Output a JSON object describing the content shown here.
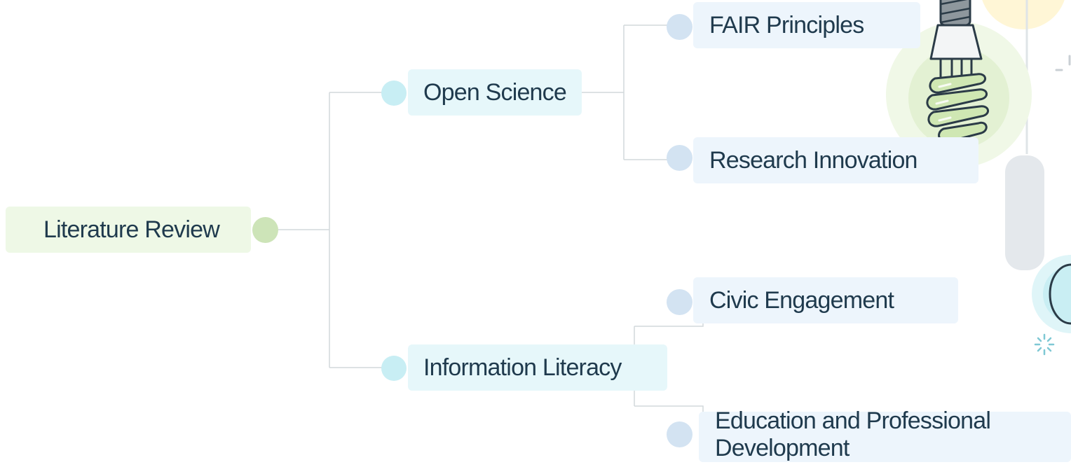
{
  "mindmap": {
    "root": {
      "label": "Literature Review"
    },
    "branches": [
      {
        "label": "Open Science",
        "children": [
          {
            "label": "FAIR Principles"
          },
          {
            "label": "Research Innovation"
          }
        ]
      },
      {
        "label": "Information Literacy",
        "children": [
          {
            "label": "Civic Engagement"
          },
          {
            "label": "Education and Professional Development"
          }
        ]
      }
    ]
  },
  "colors": {
    "root_fill": "#eef8e6",
    "root_dot": "#cde4b8",
    "branch_fill": "#e6f7fa",
    "branch_dot": "#c8eef4",
    "leaf_fill": "#edf5fc",
    "leaf_dot": "#d3e3f2",
    "connector": "#d2d8dc",
    "text": "#1f3a4d"
  },
  "decorations": [
    "lightbulb-icon",
    "lightbulb-icon",
    "sparkle-icon"
  ]
}
